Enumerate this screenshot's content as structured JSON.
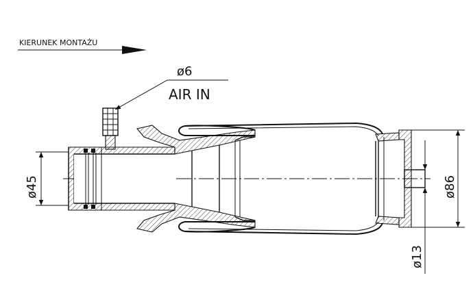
{
  "drawing": {
    "mounting_direction_label": "KIERUNEK MONTAŻU",
    "air_inlet": {
      "diameter_label": "ø6",
      "label": "AIR IN"
    },
    "dimensions": {
      "left_bore": "ø45",
      "right_body": "ø86",
      "right_port": "ø13"
    }
  }
}
